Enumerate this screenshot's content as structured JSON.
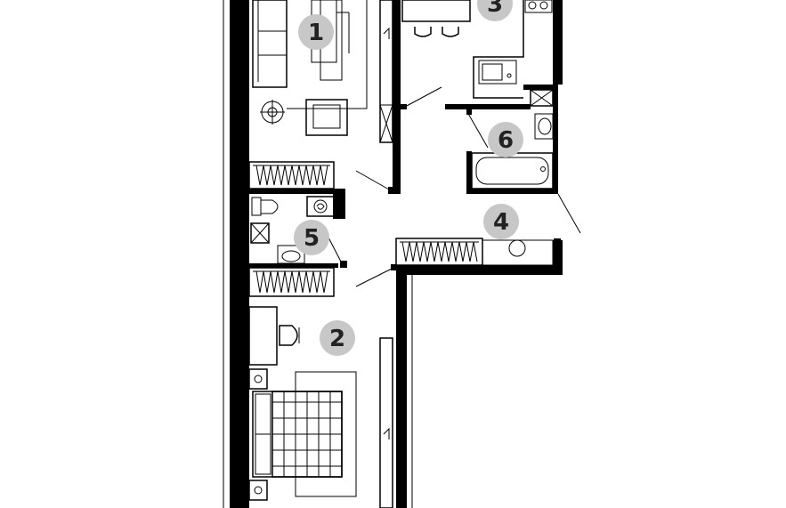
{
  "plan": {
    "rooms": [
      {
        "number": "1"
      },
      {
        "number": "2"
      },
      {
        "number": "3"
      },
      {
        "number": "4"
      },
      {
        "number": "5"
      },
      {
        "number": "6"
      }
    ],
    "colors": {
      "wall": "#000000",
      "marker_fill": "#c7c7c7",
      "label_text": "#222222",
      "background": "#ffffff"
    },
    "furniture_icons": [
      "sofa-icon",
      "armchair-icon",
      "floor-lamp-icon",
      "coffee-table-icon",
      "dining-table-icon",
      "chairs-icon",
      "stove-icon",
      "kitchen-sink-icon",
      "wardrobe-icon",
      "toilet-icon",
      "washing-machine-icon",
      "washbasin-icon",
      "bathtub-icon",
      "desk-icon",
      "desk-chair-icon",
      "double-bed-icon",
      "nightstand-icon",
      "boiler-icon",
      "ventilation-shaft-icon"
    ]
  }
}
